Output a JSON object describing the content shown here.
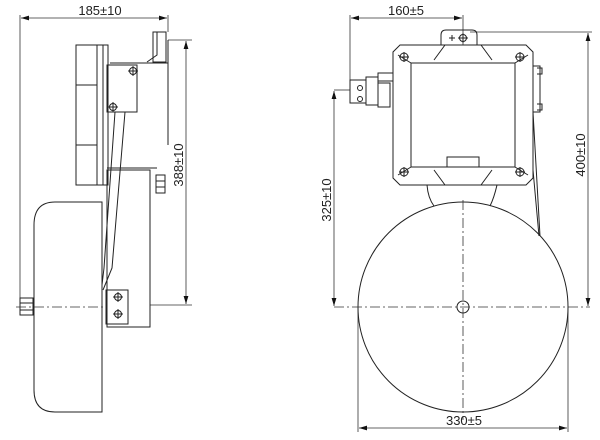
{
  "drawing": {
    "side_view": {
      "width_dimension": "185±10",
      "height_dimension": "388±10"
    },
    "front_view": {
      "connector_offset_dimension": "160±5",
      "total_height_dimension": "400±10",
      "axis_height_dimension": "325±10",
      "bell_diameter_dimension": "330±5"
    }
  }
}
